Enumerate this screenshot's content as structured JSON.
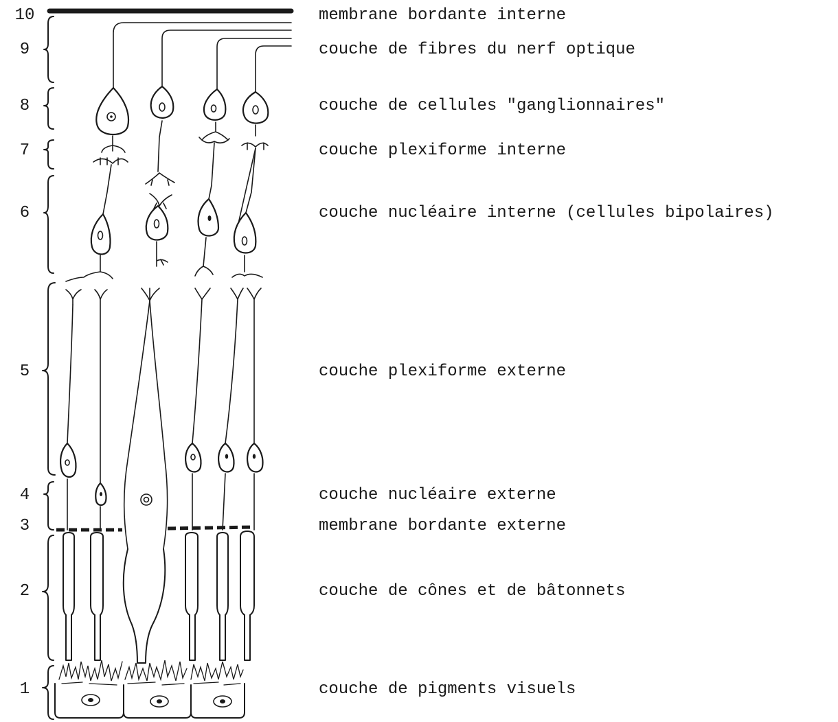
{
  "layers": [
    {
      "number": "10",
      "label": "membrane bordante interne"
    },
    {
      "number": "9",
      "label": "couche de fibres du nerf optique"
    },
    {
      "number": "8",
      "label": "couche de cellules \"ganglionnaires\""
    },
    {
      "number": "7",
      "label": "couche plexiforme interne"
    },
    {
      "number": "6",
      "label": "couche nucléaire interne (cellules bipolaires)"
    },
    {
      "number": "5",
      "label": "couche plexiforme externe"
    },
    {
      "number": "4",
      "label": "couche nucléaire externe"
    },
    {
      "number": "3",
      "label": "membrane bordante externe"
    },
    {
      "number": "2",
      "label": "couche de cônes et de bâtonnets"
    },
    {
      "number": "1",
      "label": "couche de pigments visuels"
    }
  ],
  "colors": {
    "ink": "#1a1a1a",
    "background": "#ffffff"
  }
}
